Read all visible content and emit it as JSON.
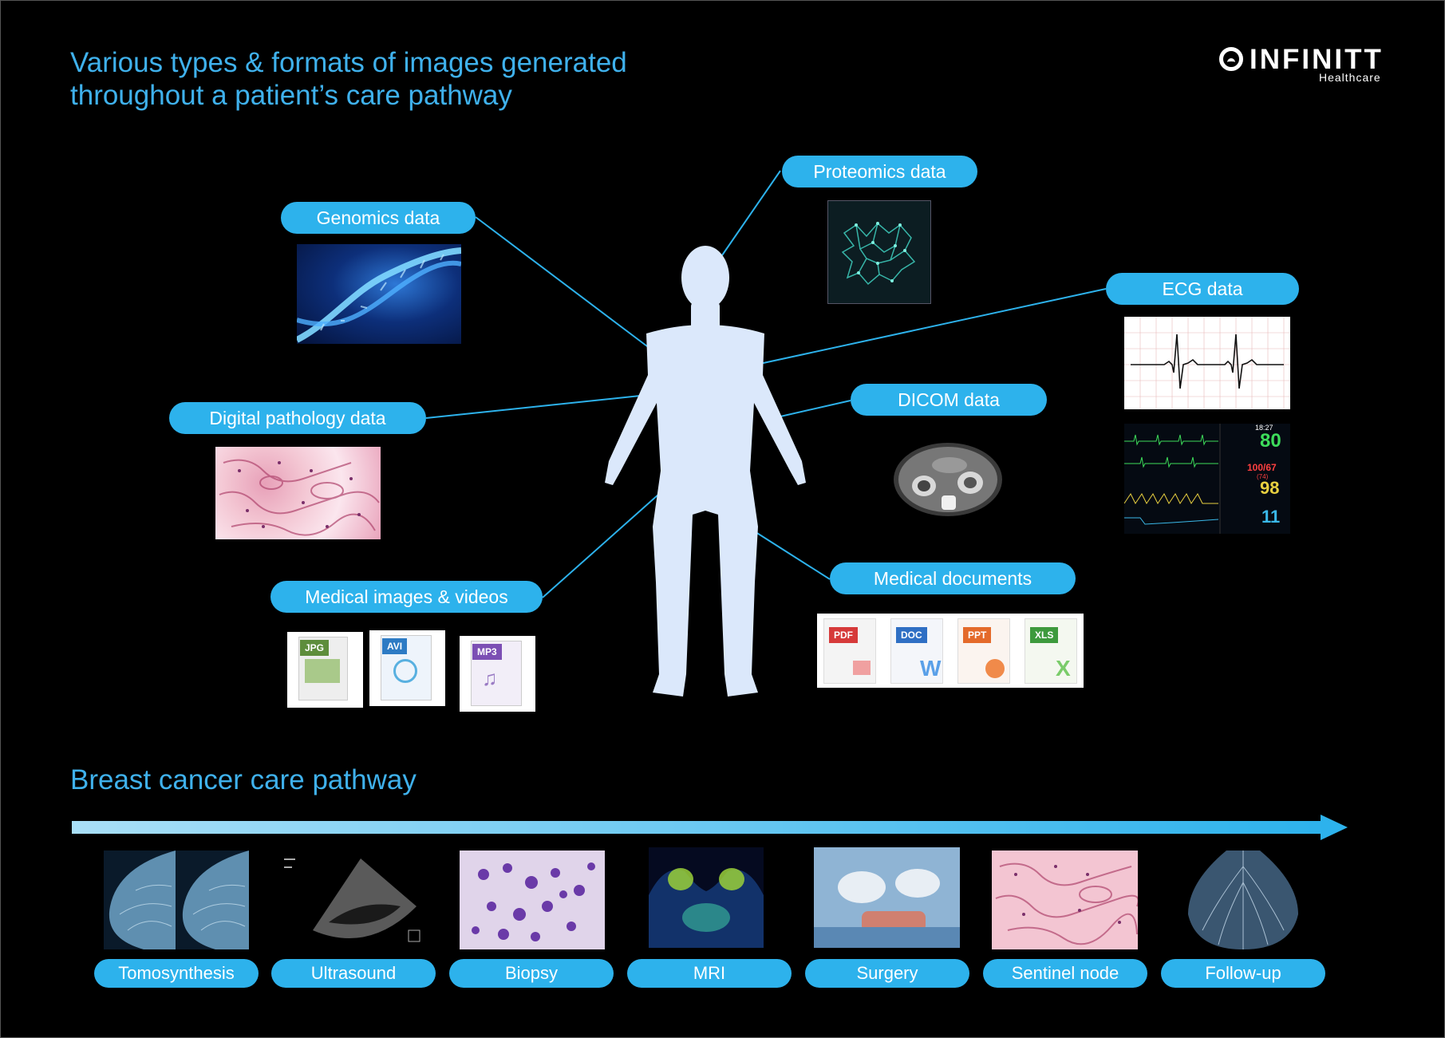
{
  "title": {
    "line1": "Various types & formats of images generated",
    "line2": "throughout a patient’s care pathway"
  },
  "logo": {
    "name": "INFINITT",
    "sub": "Healthcare"
  },
  "data_types": {
    "genomics": "Genomics data",
    "proteomics": "Proteomics data",
    "ecg": "ECG data",
    "pathology": "Digital pathology data",
    "dicom": "DICOM data",
    "media": "Medical images & videos",
    "documents": "Medical documents"
  },
  "file_formats": {
    "media": [
      "JPG",
      "AVI",
      "MP3"
    ],
    "documents": [
      "PDF",
      "DOC",
      "PPT",
      "XLS"
    ]
  },
  "monitor": {
    "time": "18:27",
    "hr": "80",
    "bp": "100/67",
    "bp_sub": "(74)",
    "spo2": "98",
    "resp": "11"
  },
  "pathway": {
    "title": "Breast cancer care pathway",
    "steps": [
      "Tomosynthesis",
      "Ultrasound",
      "Biopsy",
      "MRI",
      "Surgery",
      "Sentinel node",
      "Follow-up"
    ]
  },
  "colors": {
    "accent": "#2db2ec",
    "title": "#3fb1ec",
    "body_silhouette": "#dbe8fb",
    "background": "#000000"
  }
}
